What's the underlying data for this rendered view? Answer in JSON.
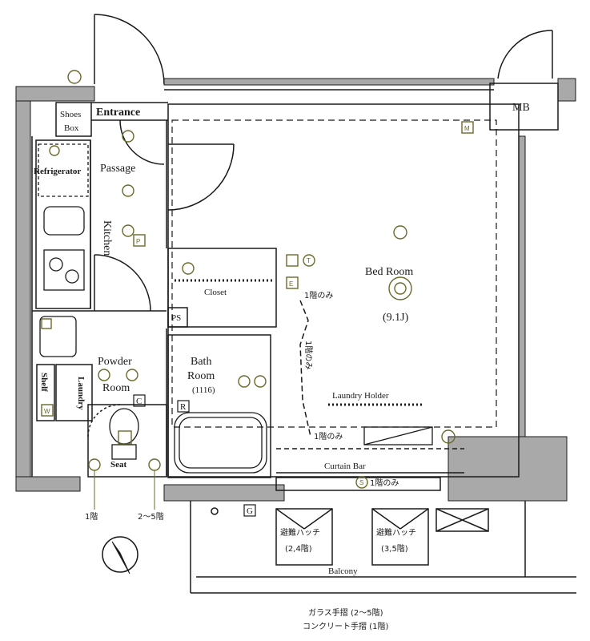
{
  "rooms": {
    "entrance": "Entrance",
    "shoes_box_line1": "Shoes",
    "shoes_box_line2": "Box",
    "mb": "MB",
    "passage": "Passage",
    "refrigerator": "Refrigerator",
    "kitchen": "Kitchen",
    "closet": "Closet",
    "ps": "PS",
    "bed_room": "Bed Room",
    "bed_room_size": "(9.1J)",
    "bath_line1": "Bath",
    "bath_line2": "Room",
    "bath_size": "(1116)",
    "powder_line1": "Powder",
    "powder_line2": "Room",
    "shelf": "Shelf",
    "laundry": "Laundry",
    "laundry_holder": "Laundry Holder",
    "curtain_bar": "Curtain Bar",
    "balcony": "Balcony",
    "seat": "Seat"
  },
  "notes": {
    "first_floor_only_a": "1階のみ",
    "first_floor_vertical": "1階のみ",
    "first_floor_only_b": "1階のみ",
    "first_floor_only_c": "1階のみ",
    "floor_1": "1階",
    "floor_2_5": "2～5階",
    "hatch_left_line1": "避難ハッチ",
    "hatch_left_line2": "(2,4階)",
    "hatch_right_line1": "避難ハッチ",
    "hatch_right_line2": "(3,5階)",
    "railing_glass": "ガラス手摺 (2～5階)",
    "railing_concrete": "コンクリート手摺 (1階)"
  },
  "symbols": {
    "m": "M",
    "c": "C",
    "r": "R",
    "g": "G",
    "t": "T",
    "e": "E",
    "s": "S",
    "p": "P",
    "w": "W"
  },
  "colors": {
    "wall": "#a9a9a9",
    "line": "#1a1a1a",
    "equipment": "#6b6a2a"
  }
}
